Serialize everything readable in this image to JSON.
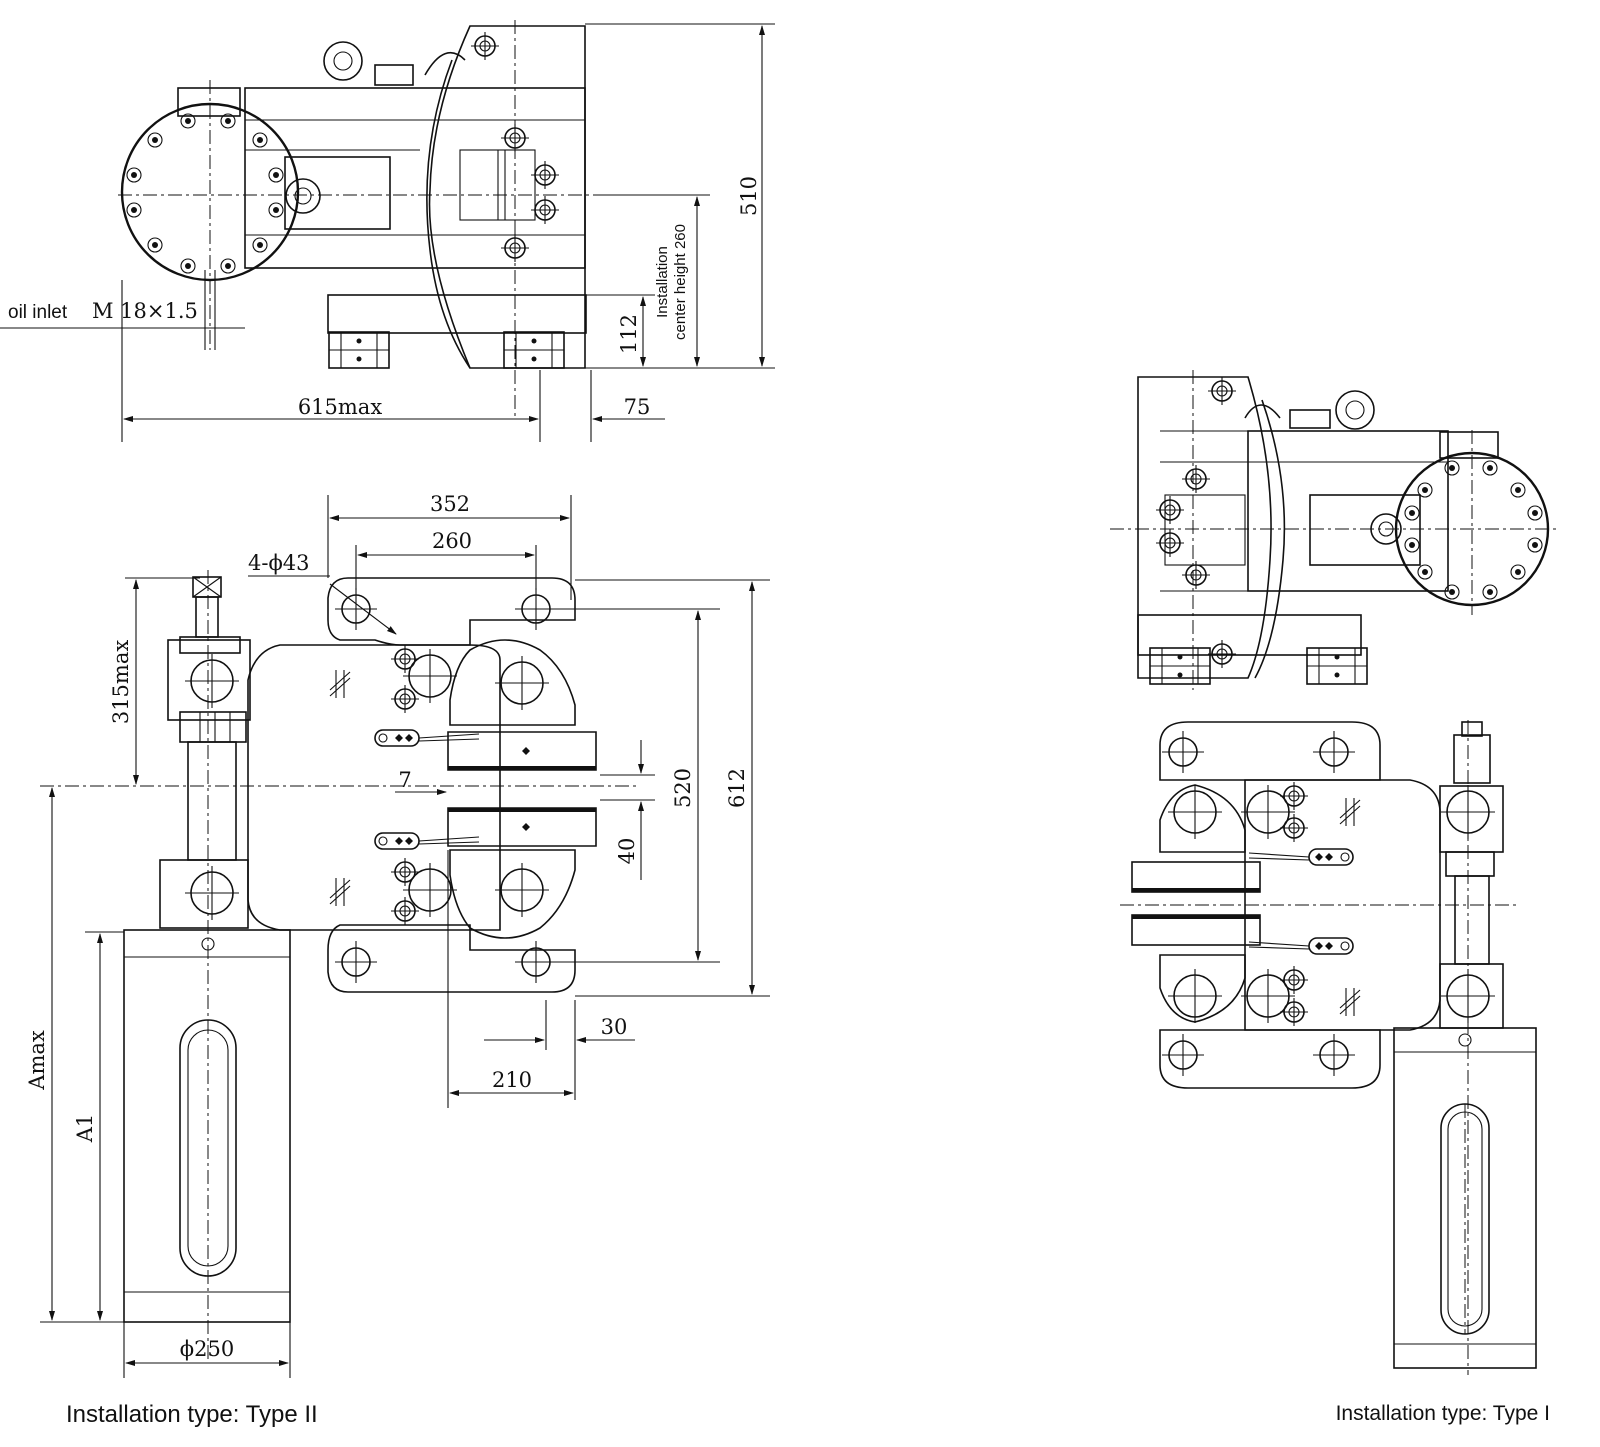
{
  "dimensions": {
    "oil_inlet": "oil inlet",
    "oil_inlet_thread": "M 18×1.5",
    "d510": "510",
    "d112": "112",
    "install_height_line1": "Installation",
    "install_height_line2": "center height 260",
    "d615": "615max",
    "d75": "75",
    "d352": "352",
    "d260": "260",
    "holes": "4-ϕ43",
    "d315": "315max",
    "d7": "7",
    "d520": "520",
    "d612": "612",
    "d40": "40",
    "d30": "30",
    "d210": "210",
    "a_max": "Amax",
    "a1": "A1",
    "d250": "ϕ250"
  },
  "captions": {
    "type2": "Installation type: Type II",
    "type1": "Installation type: Type I"
  }
}
